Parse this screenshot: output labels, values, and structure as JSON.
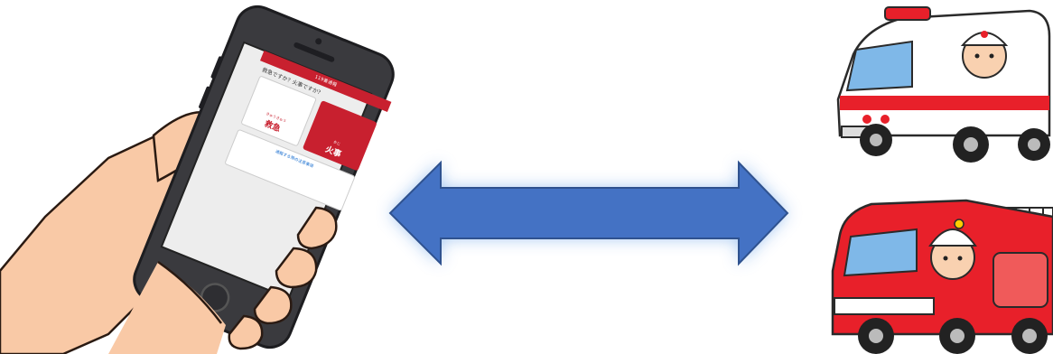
{
  "phone_app": {
    "header_title": "119番通報",
    "question": "救急ですか？火事ですか？",
    "ambulance_sub": "きゅうきゅう",
    "ambulance_label": "救急",
    "fire_sub": "かじ",
    "fire_label": "火事",
    "link_text": "通報する際の注意事項"
  },
  "colors": {
    "arrow_fill": "#4472c4",
    "arrow_glow": "#9fc3f0",
    "app_red": "#c8202f",
    "ambulance_body": "#ffffff",
    "fire_engine_body": "#e8202a"
  },
  "icons": [
    "hand-holding-phone-icon",
    "double-arrow-icon",
    "ambulance-icon",
    "fire-engine-icon"
  ]
}
